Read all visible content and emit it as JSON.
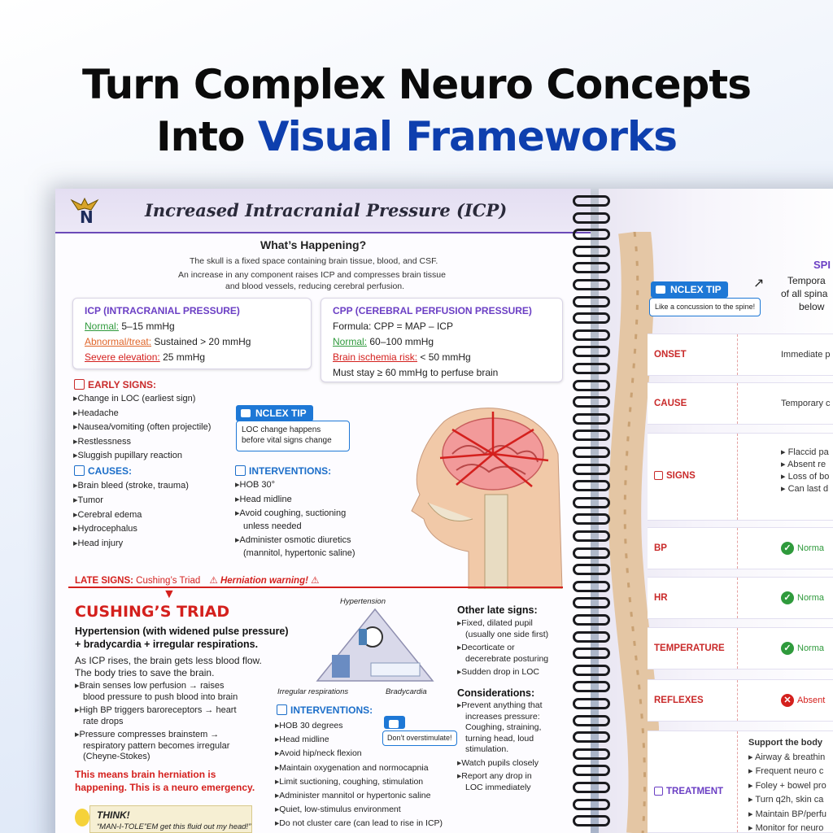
{
  "headline": {
    "line1": "Turn Complex Neuro Concepts",
    "line2_prefix": "Into ",
    "line2_blue": "Visual Frameworks"
  },
  "colors": {
    "accent_blue": "#0e3fae",
    "purple": "#6b3fc4",
    "red": "#d4201d",
    "green": "#2f9a3c",
    "nclex_blue": "#1e78d6"
  },
  "left_page": {
    "title": "Increased Intracranial Pressure (ICP)",
    "whats_happening": {
      "heading": "What’s Happening?",
      "line1": "The skull is a fixed space containing brain tissue, blood, and CSF.",
      "line2": "An increase in any component raises ICP and compresses brain tissue",
      "line3": "and blood vessels, reducing cerebral perfusion."
    },
    "icp_box": {
      "title": "ICP (INTRACRANIAL PRESSURE)",
      "normal_label": "Normal:",
      "normal_value": " 5–15 mmHg",
      "abnormal_label": "Abnormal/treat:",
      "abnormal_value": " Sustained > 20 mmHg",
      "severe_label": "Severe elevation:",
      "severe_value": " 25 mmHg"
    },
    "cpp_box": {
      "title": "CPP (CEREBRAL PERFUSION PRESSURE)",
      "formula": "Formula: CPP = MAP – ICP",
      "normal_label": "Normal:",
      "normal_value": " 60–100 mmHg",
      "risk_label": "Brain ischemia risk:",
      "risk_value": " < 50 mmHg",
      "must": "Must stay ≥ 60 mmHg to perfuse brain"
    },
    "early_signs": {
      "title": "EARLY SIGNS:",
      "items": [
        "Change in LOC (earliest sign)",
        "Headache",
        "Nausea/vomiting (often projectile)",
        "Restlessness",
        "Sluggish pupillary reaction"
      ]
    },
    "nclex_tip_1": {
      "label": "NCLEX TIP",
      "text1": "LOC change happens",
      "text2": "before vital signs change"
    },
    "causes": {
      "title": "CAUSES:",
      "items": [
        "Brain bleed (stroke, trauma)",
        "Tumor",
        "Cerebral edema",
        "Hydrocephalus",
        "Head injury"
      ]
    },
    "interventions": {
      "title": "INTERVENTIONS:",
      "items": [
        "HOB 30°",
        "Head midline",
        "Avoid coughing, suctioning",
        "Administer osmotic diuretics"
      ],
      "item3_cont": "unless needed",
      "item4_cont": "(mannitol, hypertonic saline)"
    },
    "late_signs": {
      "label": "LATE SIGNS:",
      "value": " Cushing’s Triad",
      "warning": "Herniation warning!"
    },
    "cushing": {
      "title": "CUSHING’S TRIAD",
      "sub1": "Hypertension (with widened pulse pressure)",
      "sub2": "+ bradycardia + irregular respirations.",
      "body1": "As ICP rises, the brain gets less blood flow.",
      "body2": "The body tries to save the brain.",
      "items": [
        [
          "Brain senses low perfusion → raises",
          "blood pressure to push blood into brain"
        ],
        [
          "High BP triggers baroreceptors → heart",
          "rate drops"
        ],
        [
          "Pressure compresses brainstem →",
          "respiratory pattern becomes irregular",
          "(Cheyne-Stokes)"
        ]
      ],
      "emergency1": "This means brain herniation is",
      "emergency2": "happening. This is a neuro emergency."
    },
    "triangle": {
      "top": "Hypertension",
      "left": "Irregular respirations",
      "right": "Bradycardia"
    },
    "interventions2": {
      "title": "INTERVENTIONS:",
      "tip": "Don’t overstimulate!",
      "items": [
        "HOB 30 degrees",
        "Head midline",
        "Avoid hip/neck flexion",
        "Maintain oxygenation and normocapnia",
        "Limit suctioning, coughing, stimulation",
        "Administer mannitol or hypertonic saline",
        "Quiet, low-stimulus environment",
        "Do not cluster care (can lead to rise in ICP)"
      ]
    },
    "other_late": {
      "title": "Other late signs:",
      "items": [
        [
          "Fixed, dilated pupil",
          "(usually one side first)"
        ],
        [
          "Decorticate or",
          "decerebrate posturing"
        ],
        [
          "Sudden drop in LOC"
        ]
      ]
    },
    "considerations": {
      "title": "Considerations:",
      "items": [
        [
          "Prevent anything that",
          "increases pressure:",
          "Coughing, straining,",
          "turning head, loud",
          "stimulation."
        ],
        [
          "Watch pupils closely"
        ],
        [
          "Report any drop in",
          "LOC immediately"
        ]
      ]
    },
    "think": {
      "title": "THINK!",
      "text": "“MAN-I-TOLE”EM get this fluid out my head!”"
    }
  },
  "right_page": {
    "heading_partial": "SPI",
    "note1": "Tempora",
    "note2": "of all spina",
    "note3": "below",
    "nclex_tip": {
      "label": "NCLEX TIP",
      "text": "Like a concussion to the spine!"
    },
    "rows": [
      {
        "label": "ONSET",
        "value": "Immediate p"
      },
      {
        "label": "CAUSE",
        "value": "Temporary c"
      },
      {
        "label": "SIGNS",
        "values": [
          "Flaccid pa",
          "Absent re",
          "Loss of bo",
          "Can last d"
        ]
      },
      {
        "label": "BP",
        "value": "Norma"
      },
      {
        "label": "HR",
        "value": "Norma"
      },
      {
        "label": "TEMPERATURE",
        "value": "Norma"
      },
      {
        "label": "REFLEXES",
        "value": "Absent"
      },
      {
        "label": "TREATMENT",
        "title": "Support the body",
        "values": [
          "Airway & breathin",
          "Frequent neuro c",
          "Foley + bowel pro",
          "Turn q2h, skin ca",
          "Maintain BP/perfu",
          "Monitor for neuro"
        ]
      }
    ]
  }
}
